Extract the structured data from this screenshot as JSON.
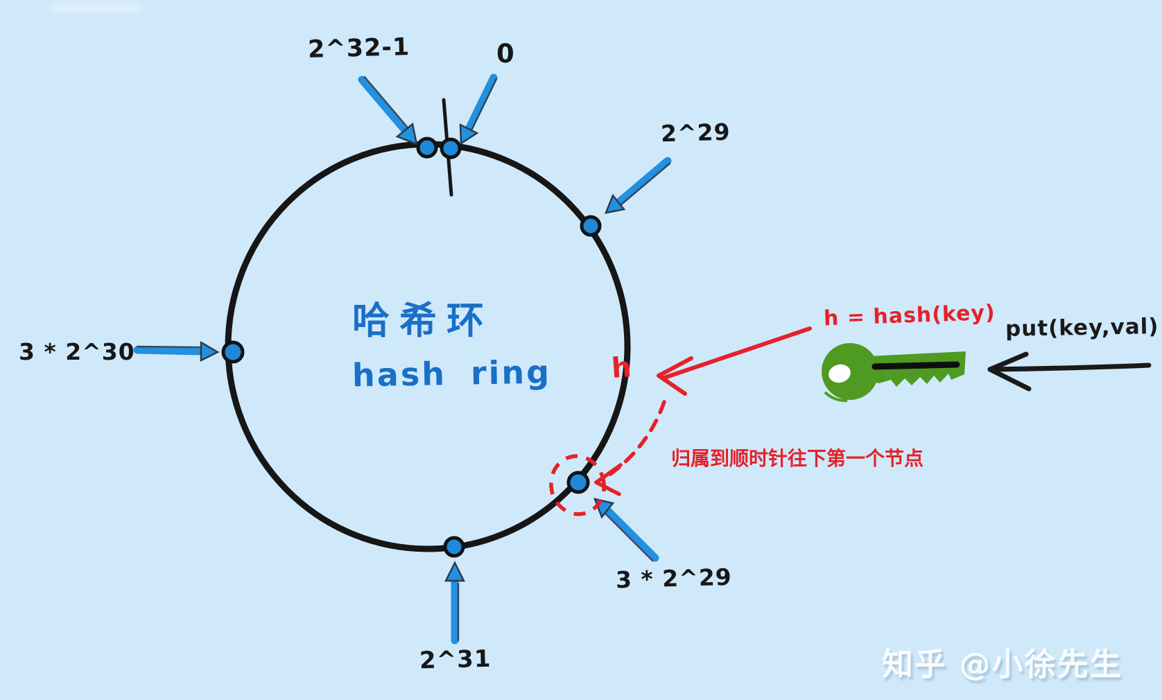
{
  "colors": {
    "background": "#cfe9fb",
    "ink": "#161616",
    "node_blue": "#1f88d8",
    "arrow_blue": "#2390e0",
    "title_blue": "#1a6fc6",
    "red": "#e62129",
    "key_green": "#4f9a20",
    "watermark_white": "#ffffff"
  },
  "title": {
    "zh": "哈希环",
    "en": "hash ring"
  },
  "node_labels": {
    "top_left": "2^32-1",
    "top_right": "0",
    "upper_right": "2^29",
    "left": "3 * 2^30",
    "bottom": "2^31",
    "lower_right": "3 * 2^29"
  },
  "annotations": {
    "hash_point": "h",
    "hash_formula": "h = hash(key)",
    "put_call": "put(key,val)",
    "clockwise_note": "归属到顺时针往下第一个节点"
  },
  "watermark": "知乎 @小徐先生"
}
